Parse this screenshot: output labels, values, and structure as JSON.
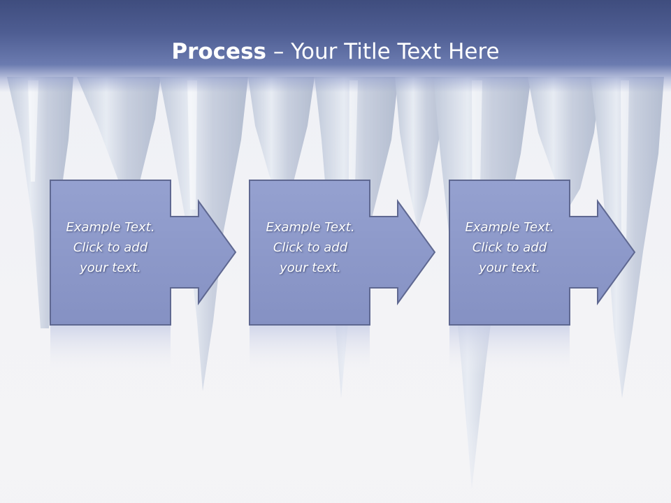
{
  "slide": {
    "title_strong": "Process",
    "title_rest": " – Your Title Text Here"
  },
  "steps": [
    {
      "text": "Example Text.\nClick  to add\nyour text."
    },
    {
      "text": "Example Text.\nClick  to add\nyour text."
    },
    {
      "text": "Example Text.\nClick  to add\nyour text."
    }
  ],
  "colors": {
    "header": "#4e5d92",
    "box_fill": "#8e9acb",
    "box_border": "#5f6891",
    "background": "#f3f3f6"
  }
}
